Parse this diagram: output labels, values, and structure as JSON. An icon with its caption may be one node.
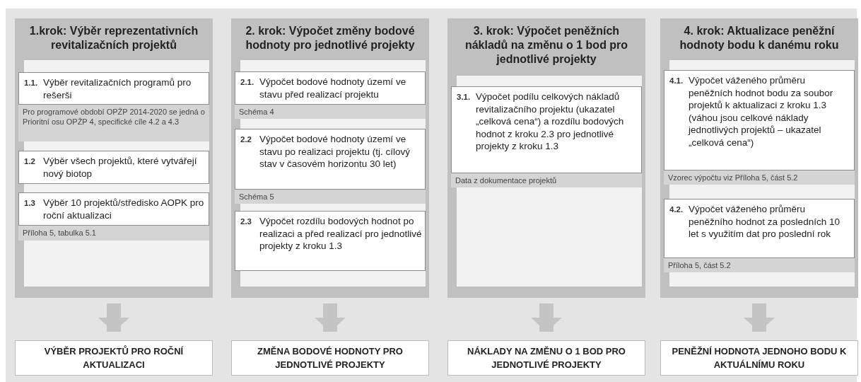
{
  "diagram": {
    "nodes": [
      {
        "text": [
          "1.krok: Výběr reprezentativních revitalizačních projektů"
        ]
      },
      {
        "text": [
          "1.1.",
          "Výběr revitalizačních programů pro rešerši"
        ],
        "in": 0
      },
      {
        "text": [
          "Pro programové období OPŽP 2014-2020 se jedná o Prioritní osu OPŽP 4, specifické cíle 4.2 a 4.3"
        ],
        "in": 0
      },
      {
        "text": [
          "1.2",
          "Výběr všech projektů, které vytvářejí nový biotop"
        ],
        "in": 0
      },
      {
        "text": [
          "1.3",
          "Výběr 10 projektů/středisko AOPK pro roční aktualizaci"
        ],
        "in": 0
      },
      {
        "text": [
          "Příloha 5, tabulka 5.1"
        ],
        "in": 0
      },
      {
        "text": [
          "VÝBĚR PROJEKTŮ PRO ROČNÍ AKTUALIZACI"
        ]
      },
      {
        "text": [
          "2. krok: Výpočet změny bodové hodnoty pro jednotlivé projekty"
        ]
      },
      {
        "text": [
          "2.1.",
          "Výpočet bodové hodnoty území ve stavu před realizací projektu"
        ],
        "in": 7
      },
      {
        "text": [
          "Schéma 4"
        ],
        "in": 7
      },
      {
        "text": [
          "2.2",
          "Výpočet bodové hodnoty území ve stavu po realizaci projektu (tj. cílový stav v časovém horizontu 30 let)"
        ],
        "in": 7
      },
      {
        "text": [
          "Schéma 5"
        ],
        "in": 7
      },
      {
        "text": [
          "2.3",
          "Výpočet rozdílu bodových hodnot po realizaci a před realizací pro jednotlivé projekty z kroku 1.3"
        ],
        "in": 7
      },
      {
        "text": [
          "ZMĚNA BODOVÉ HODNOTY PRO JEDNOTLIVÉ PROJEKTY"
        ]
      },
      {
        "text": [
          "3. krok: Výpočet peněžních nákladů na změnu o 1 bod pro jednotlivé projekty"
        ]
      },
      {
        "text": [
          "3.1.",
          "Výpočet podílu celkových nákladů revitalizačního projektu (ukazatel „celková cena“) a rozdílu bodových hodnot z kroku 2.3 pro jednotlivé projekty z kroku 1.3"
        ],
        "in": 14
      },
      {
        "text": [
          "Data z dokumentace projektů"
        ],
        "in": 14
      },
      {
        "text": [
          "NÁKLADY NA ZMĚNU O 1 BOD PRO JEDNOTLIVÉ PROJEKTY"
        ]
      },
      {
        "text": [
          "4. krok: Aktualizace peněžní hodnoty bodu k danému roku"
        ]
      },
      {
        "text": [
          "4.1.",
          "Výpočet váženého průměru peněžních hodnot bodu za soubor projektů k aktualizaci z kroku 1.3 (váhou jsou celkové náklady jednotlivých projektů – ukazatel „celková cena“)"
        ],
        "in": 18
      },
      {
        "text": [
          "Vzorec výpočtu viz Příloha 5, část 5.2"
        ],
        "in": 18
      },
      {
        "text": [
          "4.2.",
          "Výpočet váženého průměru peněžního hodnot za posledních 10 let s využitím dat pro poslední rok"
        ],
        "in": 18
      },
      {
        "text": [
          "Příloha 5, část 5.2"
        ],
        "in": 18
      },
      {
        "text": [
          "PENĚŽNÍ HODNOTA JEDNOHO BODU K AKTUÁLNÍMU ROKU"
        ]
      }
    ],
    "edges": [
      {
        "from": 0,
        "to": 6,
        "arrow": "to"
      },
      {
        "from": 7,
        "to": 13,
        "arrow": "to"
      },
      {
        "from": 14,
        "to": 17,
        "arrow": "to"
      },
      {
        "from": 18,
        "to": 23,
        "arrow": "to"
      }
    ]
  }
}
